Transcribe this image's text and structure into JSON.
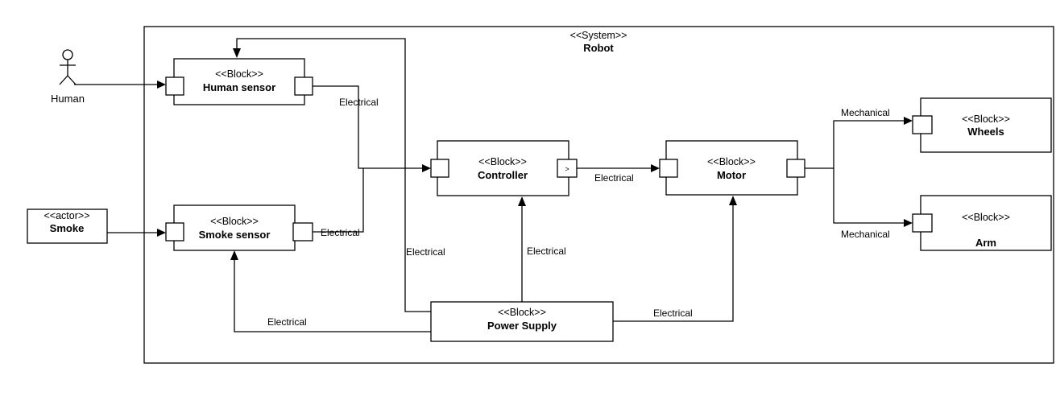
{
  "system": {
    "stereotype": "<<System>>",
    "name": "Robot"
  },
  "actors": {
    "human": {
      "name": "Human"
    },
    "smoke": {
      "stereotype": "<<actor>>",
      "name": "Smoke"
    }
  },
  "blocks": {
    "human_sensor": {
      "stereotype": "<<Block>>",
      "name": "Human sensor"
    },
    "smoke_sensor": {
      "stereotype": "<<Block>>",
      "name": "Smoke sensor"
    },
    "controller": {
      "stereotype": "<<Block>>",
      "name": "Controller",
      "port_symbol": ">"
    },
    "motor": {
      "stereotype": "<<Block>>",
      "name": "Motor"
    },
    "wheels": {
      "stereotype": "<<Block>>",
      "name": "Wheels"
    },
    "arm": {
      "stereotype": "<<Block>>",
      "name": "Arm"
    },
    "power_supply": {
      "stereotype": "<<Block>>",
      "name": "Power Supply"
    }
  },
  "connectors": {
    "human_sensor_to_controller": "Electrical",
    "smoke_sensor_to_controller": "Electrical",
    "controller_to_motor": "Electrical",
    "power_to_human_sensor": "Electrical",
    "power_to_controller": "Electrical",
    "power_to_motor": "Electrical",
    "power_to_smoke_sensor": "Electrical",
    "motor_to_wheels": "Mechanical",
    "motor_to_arm": "Mechanical"
  }
}
